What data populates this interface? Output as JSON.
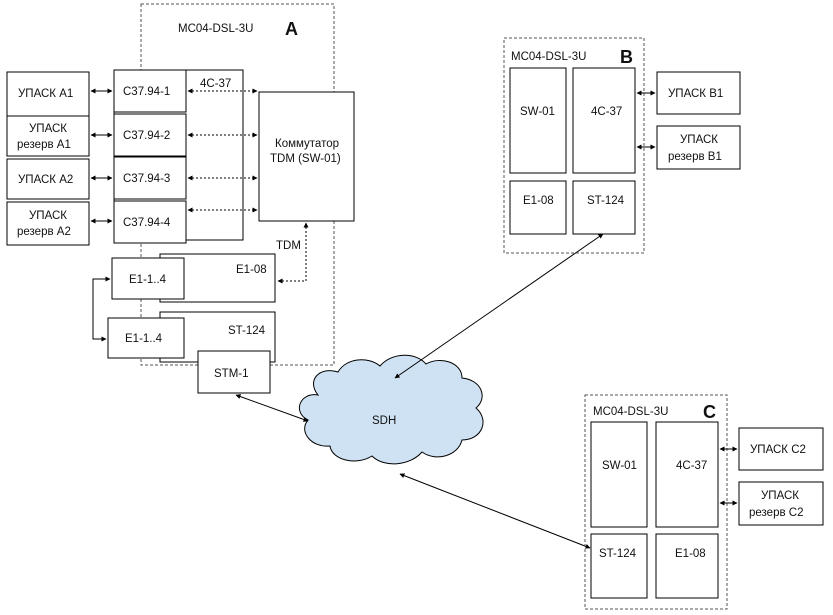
{
  "site_a": {
    "title": "MC04-DSL-3U",
    "letter": "A",
    "card_4c37": "4C-37",
    "ports": [
      "C37.94-1",
      "C37.94-2",
      "C37.94-3",
      "C37.94-4"
    ],
    "upask": [
      {
        "line1": "УПАСК A1",
        "line2": ""
      },
      {
        "line1": "УПАСК",
        "line2": "резерв A1"
      },
      {
        "line1": "УПАСК A2",
        "line2": ""
      },
      {
        "line1": "УПАСК",
        "line2": "резерв A2"
      }
    ],
    "switch_line1": "Коммутатор",
    "switch_line2": "TDM (SW-01)",
    "tdm": "TDM",
    "e108": "E1-08",
    "st124": "ST-124",
    "e1_ports": [
      "E1-1..4",
      "E1-1..4"
    ],
    "stm1": "STM-1"
  },
  "site_b": {
    "title": "MC04-DSL-3U",
    "letter": "B",
    "sw01": "SW-01",
    "card_4c37": "4C-37",
    "e108": "E1-08",
    "st124": "ST-124",
    "upask": [
      {
        "line1": "УПАСК B1",
        "line2": ""
      },
      {
        "line1": "УПАСК",
        "line2": "резерв B1"
      }
    ]
  },
  "site_c": {
    "title": "MC04-DSL-3U",
    "letter": "C",
    "sw01": "SW-01",
    "card_4c37": "4C-37",
    "st124": "ST-124",
    "e108": "E1-08",
    "upask": [
      {
        "line1": "УПАСК C2",
        "line2": ""
      },
      {
        "line1": "УПАСК",
        "line2": "резерв C2"
      }
    ]
  },
  "network": {
    "cloud": "SDH"
  }
}
